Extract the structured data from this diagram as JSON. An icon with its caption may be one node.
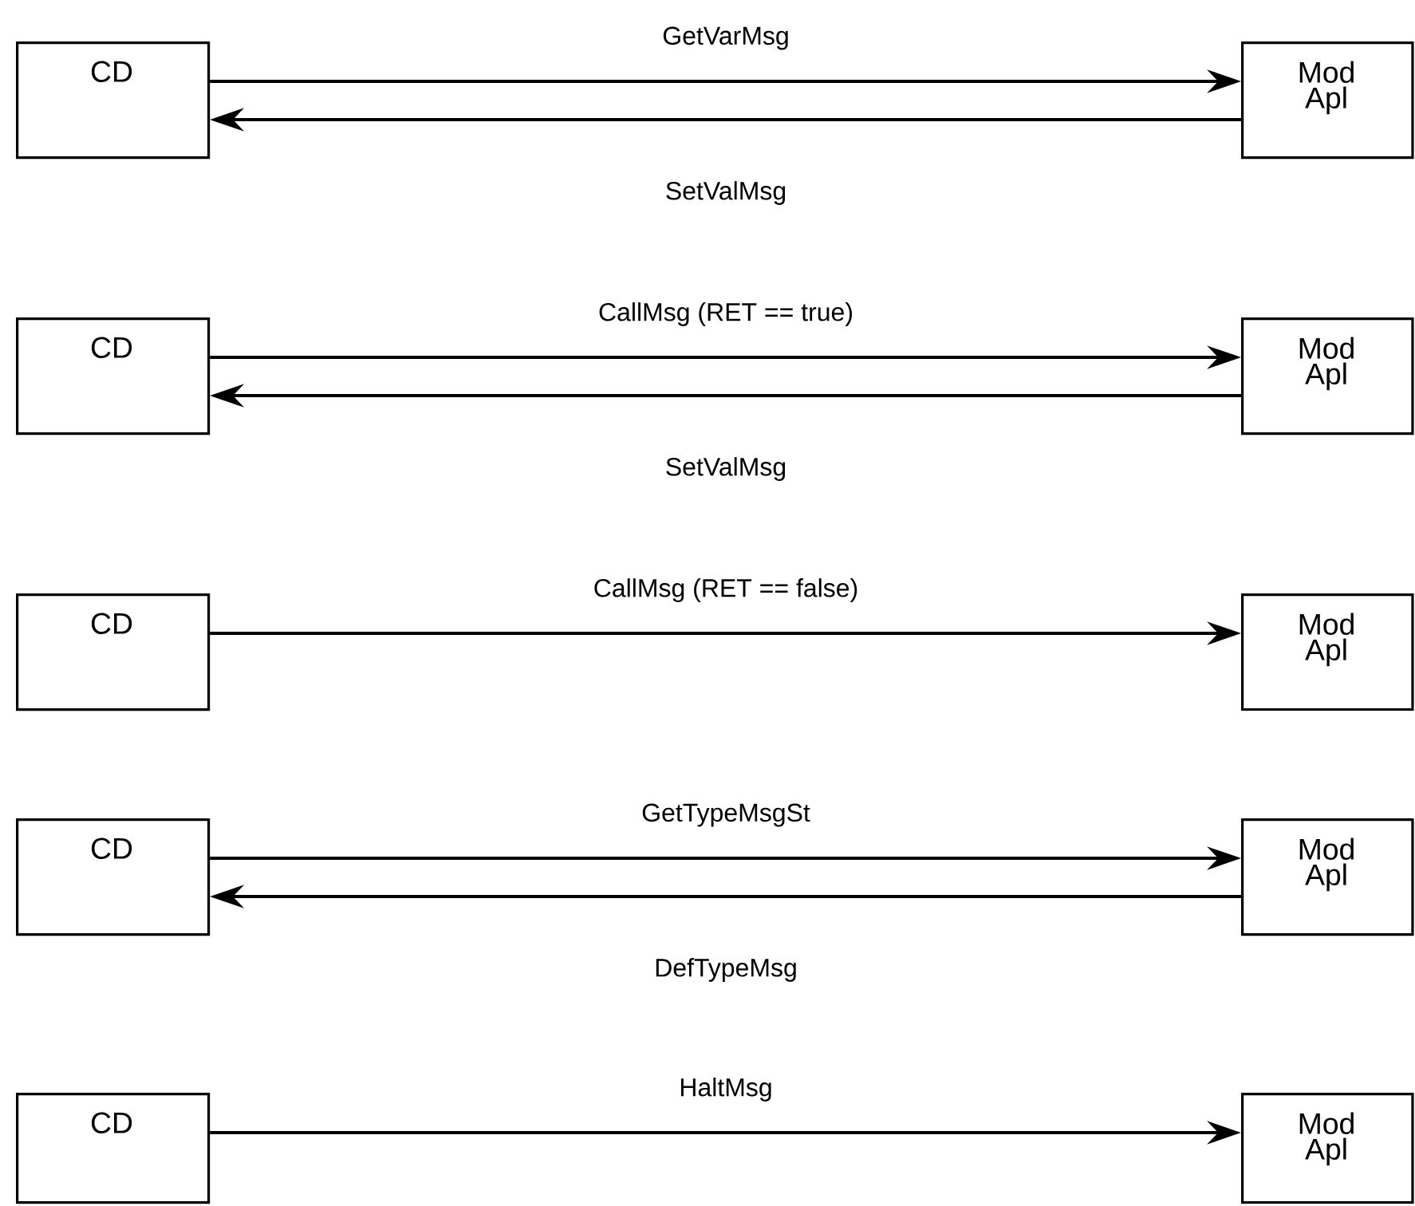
{
  "diagram": {
    "nodes": [
      {
        "text": [
          "CD"
        ]
      },
      {
        "text": [
          "Mod Apl"
        ]
      },
      {
        "text": [
          "CD"
        ]
      },
      {
        "text": [
          "Mod Apl"
        ]
      },
      {
        "text": [
          "CD"
        ]
      },
      {
        "text": [
          "Mod Apl"
        ]
      },
      {
        "text": [
          "CD"
        ]
      },
      {
        "text": [
          "Mod Apl"
        ]
      },
      {
        "text": [
          "CD"
        ]
      },
      {
        "text": [
          "Mod Apl"
        ]
      }
    ],
    "edges": [
      {
        "from": 0,
        "to": 1,
        "arrow": "to",
        "label": "GetVarMsg"
      },
      {
        "from": 1,
        "to": 0,
        "arrow": "to",
        "label": "SetValMsg"
      },
      {
        "from": 2,
        "to": 3,
        "arrow": "to",
        "label": "CallMsg (RET == true)"
      },
      {
        "from": 3,
        "to": 2,
        "arrow": "to",
        "label": "SetValMsg"
      },
      {
        "from": 4,
        "to": 5,
        "arrow": "to",
        "label": "CallMsg (RET == false)"
      },
      {
        "from": 6,
        "to": 7,
        "arrow": "to",
        "label": "GetTypeMsgSt"
      },
      {
        "from": 7,
        "to": 6,
        "arrow": "to",
        "label": "DefTypeMsg"
      },
      {
        "from": 8,
        "to": 9,
        "arrow": "to",
        "label": "HaltMsg"
      }
    ]
  }
}
